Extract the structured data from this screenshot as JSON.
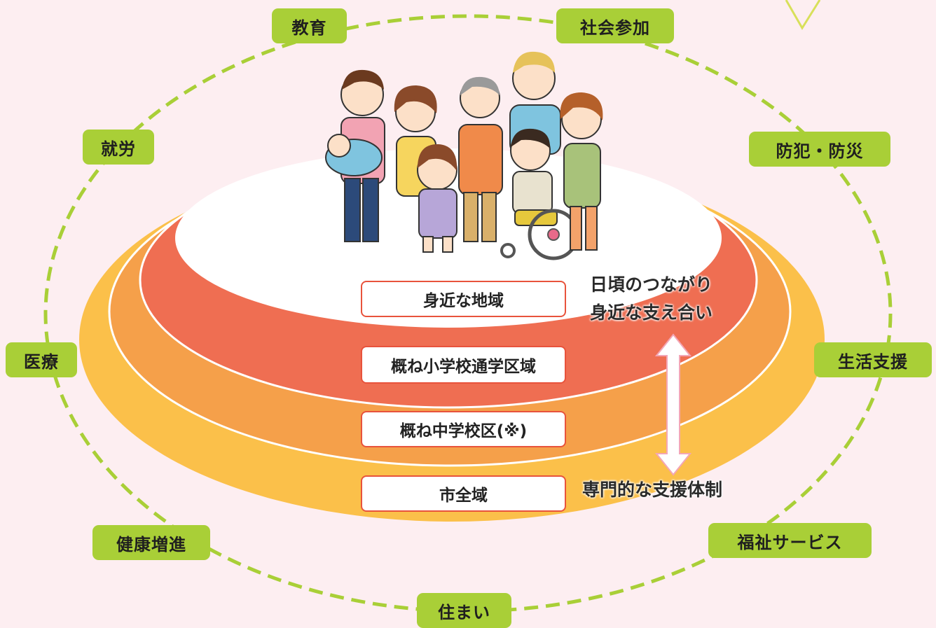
{
  "outer_tags": {
    "education": "教育",
    "social_participation": "社会参加",
    "employment": "就労",
    "crime_disaster_prevention": "防犯・防災",
    "medical_care": "医療",
    "life_support": "生活支援",
    "health_promotion": "健康増進",
    "welfare_services": "福祉サービス",
    "housing": "住まい"
  },
  "layers": {
    "neighborhood": "身近な地域",
    "elementary_district": "概ね小学校通学区域",
    "junior_high_district": "概ね中学校区(※)",
    "whole_city": "市全域"
  },
  "annotations": {
    "daily_ties": "日頃のつながり",
    "mutual_support": "身近な支え合い",
    "professional_support": "専門的な支援体制"
  },
  "colors": {
    "background": "#fdeef1",
    "tag_green": "#a9cf37",
    "dashed_line": "#a9cf37",
    "layer_outer_yellow": "#fbc04a",
    "layer_orange": "#f5a04a",
    "layer_red": "#ef6e52",
    "layer_center_white": "#ffffff",
    "box_border": "#e8533c",
    "arrow_pink": "#f3a6b6"
  },
  "illustration": "family-group-illustration"
}
